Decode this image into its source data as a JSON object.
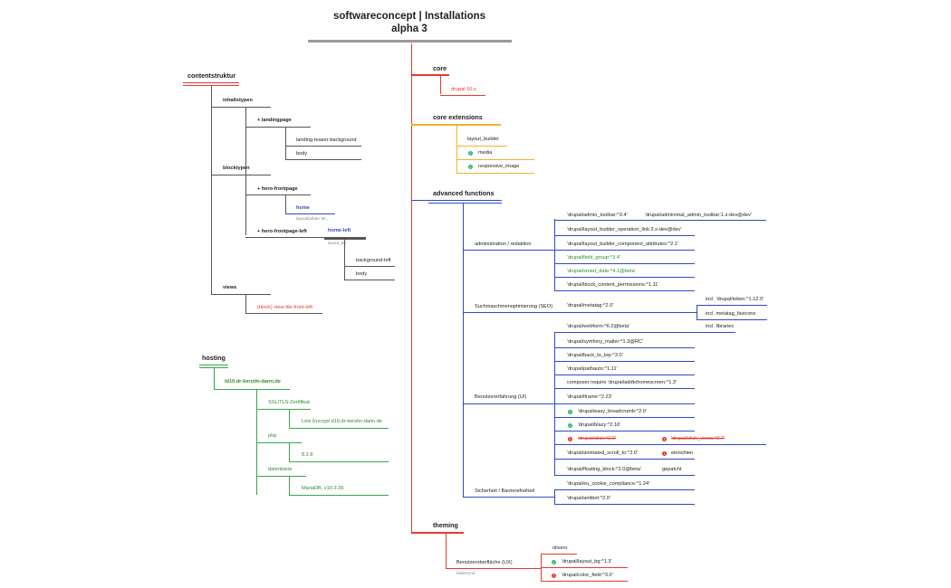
{
  "header": {
    "title_line1": "softwareconcept | Installations",
    "title_line2": "alpha 3"
  },
  "colors": {
    "grey": "#555555",
    "red": "#e53b2c",
    "yellow": "#f0b429",
    "blue": "#2f49c8",
    "green": "#3aa64a"
  },
  "contentstruktur": {
    "label": "contentstruktur",
    "inhaltstypen": "inhaltstypen",
    "landingpage": "+ landingpage",
    "landing_teaser_background": "landing-teaser-background",
    "landing_body": "body",
    "blocktypen": "blocktypen",
    "hero_frontpage": "+ hero-frontpage",
    "home": "home",
    "home_hint": "layoutbuilder 50...",
    "hero_frontpage_left": "+ hero-frontpage-left",
    "home_left": "home-left",
    "home_left_hint": "layout_50",
    "background_left": "background-left",
    "body": "body",
    "views": "views",
    "view_tile": "(block) view-tile-front-left"
  },
  "hosting": {
    "label": "hosting",
    "domain": "id10.dr-kerstin-dann.de",
    "ssl": "SSL/TLS-Zertifikat:",
    "ssl_value": "Lets Encrypt d10.dr-kerstin-dann.de",
    "php": "php",
    "php_value": "8.2.8",
    "db": "datenbank",
    "db_value": "MariaDB, v10.3.39"
  },
  "core": {
    "label": "core",
    "drupal": "drupal 10.x"
  },
  "core_extensions": {
    "label": "core extensions",
    "layout_builder": "layout_builder",
    "media": "media",
    "responsive_image": "responsive_image"
  },
  "advanced": {
    "label": "advanced functions",
    "admin_group": "administration / redaktion",
    "admin_toolbar": "'drupal/admin_toolbar:^3.4'",
    "adminimal_toolbar": "'drupal/adminimal_admin_toolbar:1.x-dev@dev'",
    "lb_operation_link": "'drupal/layout_builder_operation_link:2.x-dev@dev'",
    "lb_component_attributes": "'drupal/layout_builder_component_attributes:^2.1'",
    "field_group": "'drupal/field_group:^3.4'",
    "smart_date": "'drupal/smart_date:^4.1@beta'",
    "block_content_permissions": "'drupal/block_content_permissions:^1.11'",
    "seo_group": "Suchmaschinenoptimierung (SEO)",
    "metatag": "'drupal/metatag:^2.0'",
    "token": "incl. 'drupal/token:^1.12.0'",
    "metatag_favicons": "incl. metatag_favicons",
    "ux_group": "Benutzererfahrung (UI)",
    "webform": "'drupal/webform:^6.2@beta'",
    "incl_libraries": "incl. libraries",
    "symfony_mailer": "'drupal/symfony_mailer:^1.3@RC'",
    "back_to_top": "'drupal/back_to_top:^3.0'",
    "pathauto": "'drupal/pathauto:^1.11'",
    "addtohomescreen": "composer require 'drupal/addtohomescreen:^1.3'",
    "iframe": "'drupal/iframe:^2.23'",
    "easy_breadcrumb": "'drupal/easy_breadcrumb:^2.0'",
    "blazy": "'drupal/blazy:^2.16'",
    "slick": "'drupal/slick:^2.9'",
    "slick_views": "'drupal/slick_views:^2.7'",
    "animated_scroll": "'drupal/animated_scroll_to:^2.0'",
    "einrichten": "einrichten",
    "floating_block": "'drupal/floating_block:^2.0@beta'",
    "gepatcht": "gepatcht",
    "sec_group": "Sicherheit /  Barrierefreiheit",
    "eu_cookie": "'drupal/eu_cookie_compliance:^1.24'",
    "antibot": "'drupal/antibot:^2.0'"
  },
  "theming": {
    "label": "theming",
    "ux_group": "Benutzeroberfläche (UX)",
    "ux_hint": "basierend",
    "olivero": "olivero",
    "layout_bg": "'drupal/layout_bg:^1.3'",
    "color_field": "'drupal/color_field:^3.0'"
  }
}
